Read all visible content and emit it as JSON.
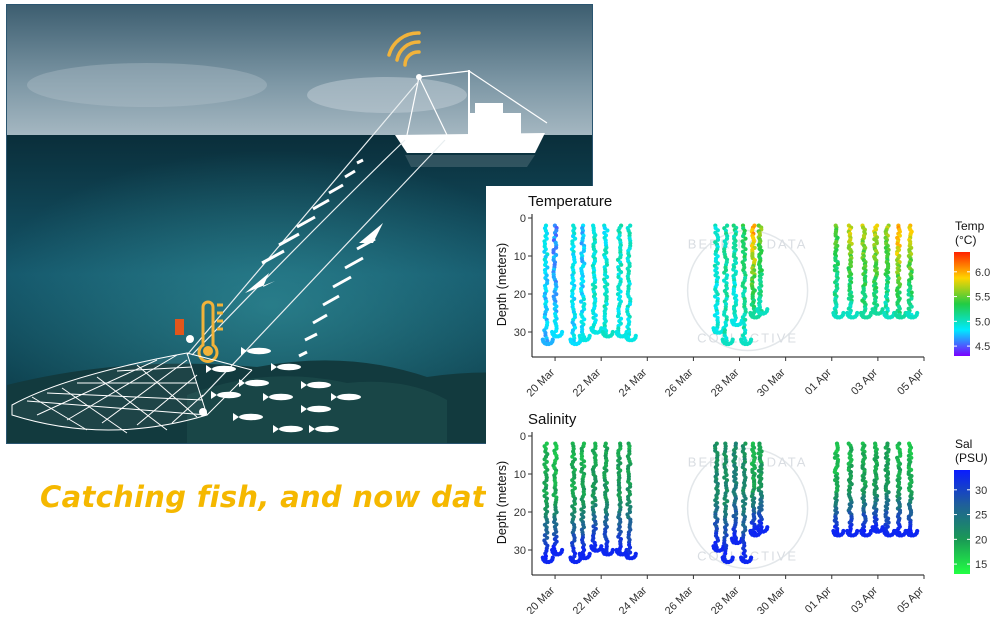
{
  "caption": "Catching fish, and now data",
  "watermark": {
    "top": "BERRING DATA",
    "bottom": "COLLECTIVE"
  },
  "colors": {
    "caption": "#f5b800",
    "sensor_icon": "#f2b33a",
    "net_float": "#e2561b",
    "sea_dark": "#0a2f3b",
    "sky": "#6f8c9c"
  },
  "icons": [
    "wifi-signal-icon",
    "thermometer-icon",
    "fishing-boat-icon",
    "fishing-net-icon",
    "fish-icon"
  ],
  "chart_data": [
    {
      "type": "scatter",
      "title": "Temperature",
      "xlabel": "",
      "ylabel": "Depth (meters)",
      "y_reversed": true,
      "ylim": [
        0,
        35
      ],
      "yticks": [
        0,
        10,
        20,
        30
      ],
      "xlim": [
        "2023-03-19",
        "2023-04-05"
      ],
      "xticks": [
        "20 Mar",
        "22 Mar",
        "24 Mar",
        "26 Mar",
        "28 Mar",
        "30 Mar",
        "01 Apr",
        "03 Apr",
        "05 Apr"
      ],
      "legend": {
        "title": "Temp (°C)",
        "position": "right",
        "ticks": [
          4.5,
          5.0,
          5.5,
          6.0
        ],
        "range": [
          4.3,
          6.4
        ],
        "colors": [
          "#7b00ff",
          "#00eaff",
          "#22cc44",
          "#ffd400",
          "#ff2200"
        ]
      },
      "grid": false,
      "casts": [
        {
          "date": "2023-03-19.6",
          "max_depth": 33,
          "surf": 4.9,
          "bot": 4.7
        },
        {
          "date": "2023-03-20.0",
          "max_depth": 31,
          "surf": 4.6,
          "bot": 4.8
        },
        {
          "date": "2023-03-20.8",
          "max_depth": 33,
          "surf": 4.9,
          "bot": 4.8
        },
        {
          "date": "2023-03-21.2",
          "max_depth": 32,
          "surf": 4.7,
          "bot": 4.9
        },
        {
          "date": "2023-03-21.7",
          "max_depth": 30,
          "surf": 5.0,
          "bot": 4.9
        },
        {
          "date": "2023-03-22.2",
          "max_depth": 31,
          "surf": 4.9,
          "bot": 5.0
        },
        {
          "date": "2023-03-22.8",
          "max_depth": 31,
          "surf": 5.0,
          "bot": 4.9
        },
        {
          "date": "2023-03-23.2",
          "max_depth": 32,
          "surf": 5.0,
          "bot": 4.9
        },
        {
          "date": "2023-03-27.0",
          "max_depth": 30,
          "surf": 5.0,
          "bot": 4.9
        },
        {
          "date": "2023-03-27.4",
          "max_depth": 33,
          "surf": 5.1,
          "bot": 5.0
        },
        {
          "date": "2023-03-27.8",
          "max_depth": 28,
          "surf": 5.1,
          "bot": 4.9
        },
        {
          "date": "2023-03-28.2",
          "max_depth": 33,
          "surf": 5.3,
          "bot": 5.0
        },
        {
          "date": "2023-03-28.6",
          "max_depth": 26,
          "surf": 6.1,
          "bot": 5.1
        },
        {
          "date": "2023-03-28.9",
          "max_depth": 25,
          "surf": 5.6,
          "bot": 5.0
        },
        {
          "date": "2023-04-01.2",
          "max_depth": 26,
          "surf": 5.5,
          "bot": 5.0
        },
        {
          "date": "2023-04-01.8",
          "max_depth": 26,
          "surf": 5.8,
          "bot": 5.0
        },
        {
          "date": "2023-04-02.4",
          "max_depth": 26,
          "surf": 5.7,
          "bot": 5.1
        },
        {
          "date": "2023-04-02.9",
          "max_depth": 25,
          "surf": 5.8,
          "bot": 5.1
        },
        {
          "date": "2023-04-03.4",
          "max_depth": 26,
          "surf": 5.7,
          "bot": 5.0
        },
        {
          "date": "2023-04-03.9",
          "max_depth": 26,
          "surf": 6.1,
          "bot": 5.1
        },
        {
          "date": "2023-04-04.4",
          "max_depth": 26,
          "surf": 5.9,
          "bot": 5.0
        }
      ]
    },
    {
      "type": "scatter",
      "title": "Salinity",
      "xlabel": "",
      "ylabel": "Depth (meters)",
      "y_reversed": true,
      "ylim": [
        0,
        35
      ],
      "yticks": [
        0,
        10,
        20,
        30
      ],
      "xlim": [
        "2023-03-19",
        "2023-04-05"
      ],
      "xticks": [
        "20 Mar",
        "22 Mar",
        "24 Mar",
        "26 Mar",
        "28 Mar",
        "30 Mar",
        "01 Apr",
        "03 Apr",
        "05 Apr"
      ],
      "legend": {
        "title": "Sal (PSU)",
        "position": "right",
        "ticks": [
          15,
          20,
          25,
          30
        ],
        "range": [
          13,
          34
        ],
        "colors": [
          "#22ff44",
          "#1a9955",
          "#1f5f9a",
          "#0a1cff"
        ]
      },
      "grid": false,
      "casts": [
        {
          "date": "2023-03-19.6",
          "max_depth": 33,
          "surf": 18,
          "bot": 33
        },
        {
          "date": "2023-03-20.0",
          "max_depth": 31,
          "surf": 17,
          "bot": 33
        },
        {
          "date": "2023-03-20.8",
          "max_depth": 33,
          "surf": 18,
          "bot": 33
        },
        {
          "date": "2023-03-21.2",
          "max_depth": 32,
          "surf": 18,
          "bot": 33
        },
        {
          "date": "2023-03-21.7",
          "max_depth": 30,
          "surf": 19,
          "bot": 33
        },
        {
          "date": "2023-03-22.2",
          "max_depth": 31,
          "surf": 19,
          "bot": 33
        },
        {
          "date": "2023-03-22.8",
          "max_depth": 31,
          "surf": 19,
          "bot": 33
        },
        {
          "date": "2023-03-23.2",
          "max_depth": 32,
          "surf": 19,
          "bot": 33
        },
        {
          "date": "2023-03-27.0",
          "max_depth": 30,
          "surf": 21,
          "bot": 33
        },
        {
          "date": "2023-03-27.4",
          "max_depth": 33,
          "surf": 21,
          "bot": 33
        },
        {
          "date": "2023-03-27.8",
          "max_depth": 28,
          "surf": 22,
          "bot": 33
        },
        {
          "date": "2023-03-28.2",
          "max_depth": 33,
          "surf": 21,
          "bot": 33
        },
        {
          "date": "2023-03-28.6",
          "max_depth": 26,
          "surf": 18,
          "bot": 33
        },
        {
          "date": "2023-03-28.9",
          "max_depth": 25,
          "surf": 19,
          "bot": 33
        },
        {
          "date": "2023-04-01.2",
          "max_depth": 26,
          "surf": 17,
          "bot": 33
        },
        {
          "date": "2023-04-01.8",
          "max_depth": 26,
          "surf": 18,
          "bot": 33
        },
        {
          "date": "2023-04-02.4",
          "max_depth": 26,
          "surf": 18,
          "bot": 33
        },
        {
          "date": "2023-04-02.9",
          "max_depth": 25,
          "surf": 18,
          "bot": 33
        },
        {
          "date": "2023-04-03.4",
          "max_depth": 26,
          "surf": 19,
          "bot": 33
        },
        {
          "date": "2023-04-03.9",
          "max_depth": 26,
          "surf": 18,
          "bot": 33
        },
        {
          "date": "2023-04-04.4",
          "max_depth": 26,
          "surf": 17,
          "bot": 33
        }
      ]
    }
  ]
}
